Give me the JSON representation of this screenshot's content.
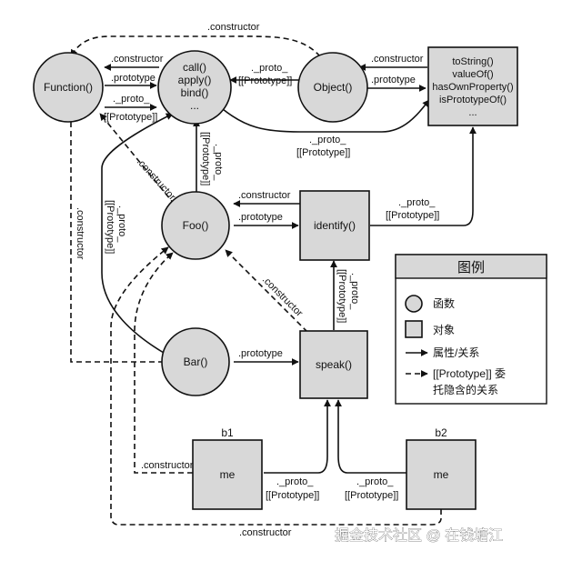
{
  "nodes": {
    "function": "Function()",
    "proto_fn": [
      "call()",
      "apply()",
      "bind()",
      "..."
    ],
    "object": "Object()",
    "object_proto": [
      "toString()",
      "valueOf()",
      "hasOwnProperty()",
      "isPrototypeOf()",
      "..."
    ],
    "foo": "Foo()",
    "identify": "identify()",
    "bar": "Bar()",
    "speak": "speak()",
    "me1": "me",
    "me2": "me",
    "b1": "b1",
    "b2": "b2"
  },
  "labels": {
    "constructor": ".constructor",
    "prototype": ".prototype",
    "proto": "._proto_",
    "proto_ref": "[[Prototype]]"
  },
  "legend": {
    "title": "图例",
    "function": "函数",
    "object": "对象",
    "property": "属性/关系",
    "delegation_line1": "[[Prototype]] 委",
    "delegation_line2": "托隐含的关系"
  },
  "watermark": "掘金技术社区 @ 在钱塘江"
}
